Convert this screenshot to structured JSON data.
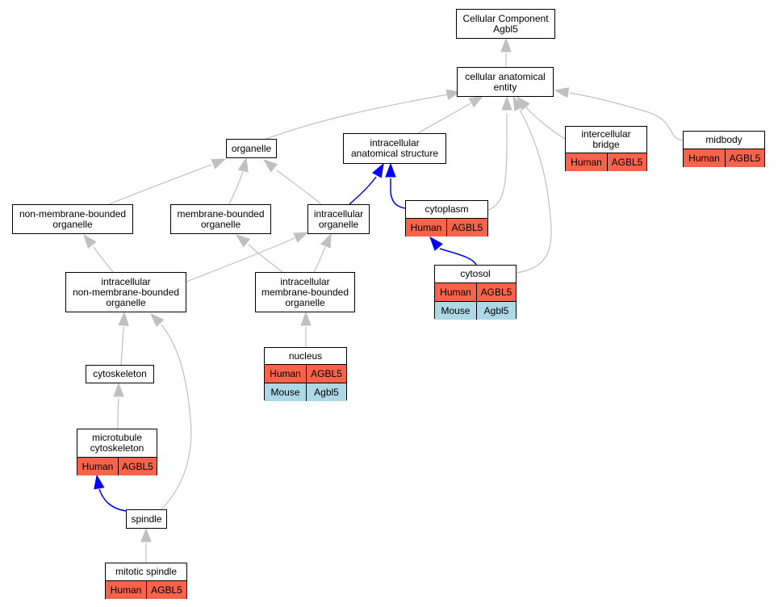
{
  "colors": {
    "edge_default": "#c0c0c0",
    "edge_highlight": "#0000ff",
    "human_row": "#fa6249",
    "mouse_row": "#add8e6"
  },
  "nodes": {
    "cellular_component": {
      "line1": "Cellular Component",
      "line2": "Agbl5"
    },
    "cellular_anatomical_entity": {
      "line1": "cellular anatomical",
      "line2": "entity"
    },
    "organelle": {
      "line1": "organelle"
    },
    "intracellular_anatomical_structure": {
      "line1": "intracellular",
      "line2": "anatomical structure"
    },
    "intercellular_bridge": {
      "line1": "intercellular",
      "line2": "bridge",
      "rows": [
        {
          "species": "Human",
          "gene": "AGBL5"
        }
      ]
    },
    "midbody": {
      "line1": "midbody",
      "rows": [
        {
          "species": "Human",
          "gene": "AGBL5"
        }
      ]
    },
    "non_membrane_bounded_organelle": {
      "line1": "non-membrane-bounded",
      "line2": "organelle"
    },
    "membrane_bounded_organelle": {
      "line1": "membrane-bounded",
      "line2": "organelle"
    },
    "intracellular_organelle": {
      "line1": "intracellular",
      "line2": "organelle"
    },
    "cytoplasm": {
      "line1": "cytoplasm",
      "rows": [
        {
          "species": "Human",
          "gene": "AGBL5"
        }
      ]
    },
    "intracellular_non_membrane_bounded_organelle": {
      "line1": "intracellular",
      "line2": "non-membrane-bounded",
      "line3": "organelle"
    },
    "intracellular_membrane_bounded_organelle": {
      "line1": "intracellular",
      "line2": "membrane-bounded",
      "line3": "organelle"
    },
    "cytosol": {
      "line1": "cytosol",
      "rows": [
        {
          "species": "Human",
          "gene": "AGBL5"
        },
        {
          "species": "Mouse",
          "gene": "Agbl5"
        }
      ]
    },
    "nucleus": {
      "line1": "nucleus",
      "rows": [
        {
          "species": "Human",
          "gene": "AGBL5"
        },
        {
          "species": "Mouse",
          "gene": "Agbl5"
        }
      ]
    },
    "cytoskeleton": {
      "line1": "cytoskeleton"
    },
    "microtubule_cytoskeleton": {
      "line1": "microtubule",
      "line2": "cytoskeleton",
      "rows": [
        {
          "species": "Human",
          "gene": "AGBL5"
        }
      ]
    },
    "spindle": {
      "line1": "spindle"
    },
    "mitotic_spindle": {
      "line1": "mitotic spindle",
      "rows": [
        {
          "species": "Human",
          "gene": "AGBL5"
        }
      ]
    }
  },
  "edges": [
    {
      "from": "cellular_anatomical_entity",
      "to": "cellular_component",
      "highlight": false
    },
    {
      "from": "organelle",
      "to": "cellular_anatomical_entity",
      "highlight": false
    },
    {
      "from": "intracellular_anatomical_structure",
      "to": "cellular_anatomical_entity",
      "highlight": false
    },
    {
      "from": "intercellular_bridge",
      "to": "cellular_anatomical_entity",
      "highlight": false
    },
    {
      "from": "midbody",
      "to": "cellular_anatomical_entity",
      "highlight": false
    },
    {
      "from": "cytoplasm",
      "to": "cellular_anatomical_entity",
      "highlight": false
    },
    {
      "from": "cytosol",
      "to": "cellular_anatomical_entity",
      "highlight": false
    },
    {
      "from": "non_membrane_bounded_organelle",
      "to": "organelle",
      "highlight": false
    },
    {
      "from": "membrane_bounded_organelle",
      "to": "organelle",
      "highlight": false
    },
    {
      "from": "intracellular_organelle",
      "to": "organelle",
      "highlight": false
    },
    {
      "from": "intracellular_organelle",
      "to": "intracellular_anatomical_structure",
      "highlight": true
    },
    {
      "from": "cytoplasm",
      "to": "intracellular_anatomical_structure",
      "highlight": true
    },
    {
      "from": "cytosol",
      "to": "cytoplasm",
      "highlight": true
    },
    {
      "from": "intracellular_non_membrane_bounded_organelle",
      "to": "non_membrane_bounded_organelle",
      "highlight": false
    },
    {
      "from": "intracellular_non_membrane_bounded_organelle",
      "to": "intracellular_organelle",
      "highlight": false
    },
    {
      "from": "intracellular_membrane_bounded_organelle",
      "to": "membrane_bounded_organelle",
      "highlight": false
    },
    {
      "from": "intracellular_membrane_bounded_organelle",
      "to": "intracellular_organelle",
      "highlight": false
    },
    {
      "from": "nucleus",
      "to": "intracellular_membrane_bounded_organelle",
      "highlight": false
    },
    {
      "from": "cytoskeleton",
      "to": "intracellular_non_membrane_bounded_organelle",
      "highlight": false
    },
    {
      "from": "spindle",
      "to": "intracellular_non_membrane_bounded_organelle",
      "highlight": false
    },
    {
      "from": "microtubule_cytoskeleton",
      "to": "cytoskeleton",
      "highlight": false
    },
    {
      "from": "spindle",
      "to": "microtubule_cytoskeleton",
      "highlight": true
    },
    {
      "from": "mitotic_spindle",
      "to": "spindle",
      "highlight": false
    }
  ]
}
